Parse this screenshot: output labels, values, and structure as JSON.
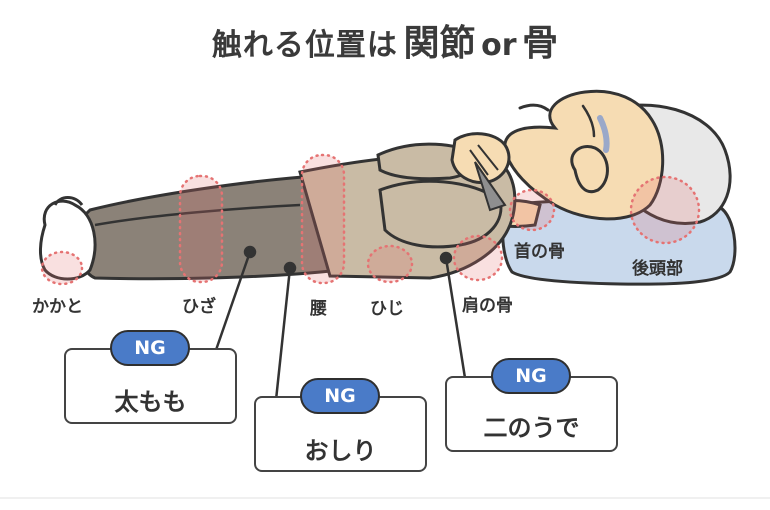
{
  "title": {
    "prefix": "触れる位置は",
    "word1": "関節",
    "or": "or",
    "word2": "骨"
  },
  "body_labels": {
    "heel": "かかと",
    "knee": "ひざ",
    "waist": "腰",
    "elbow": "ひじ",
    "shoulder": "肩の骨",
    "neck": "首の骨",
    "back_head": "後頭部"
  },
  "ng_cards": [
    {
      "badge": "NG",
      "label": "太もも"
    },
    {
      "badge": "NG",
      "label": "おしり"
    },
    {
      "badge": "NG",
      "label": "二のうで"
    }
  ],
  "colors": {
    "badge_blue": "#4a7bc8",
    "highlight_pink": "#e57373",
    "pillow_blue": "#c9d9ec",
    "skin": "#f6dcb3",
    "pants": "#8b8278",
    "shirt": "#c9bba5"
  }
}
